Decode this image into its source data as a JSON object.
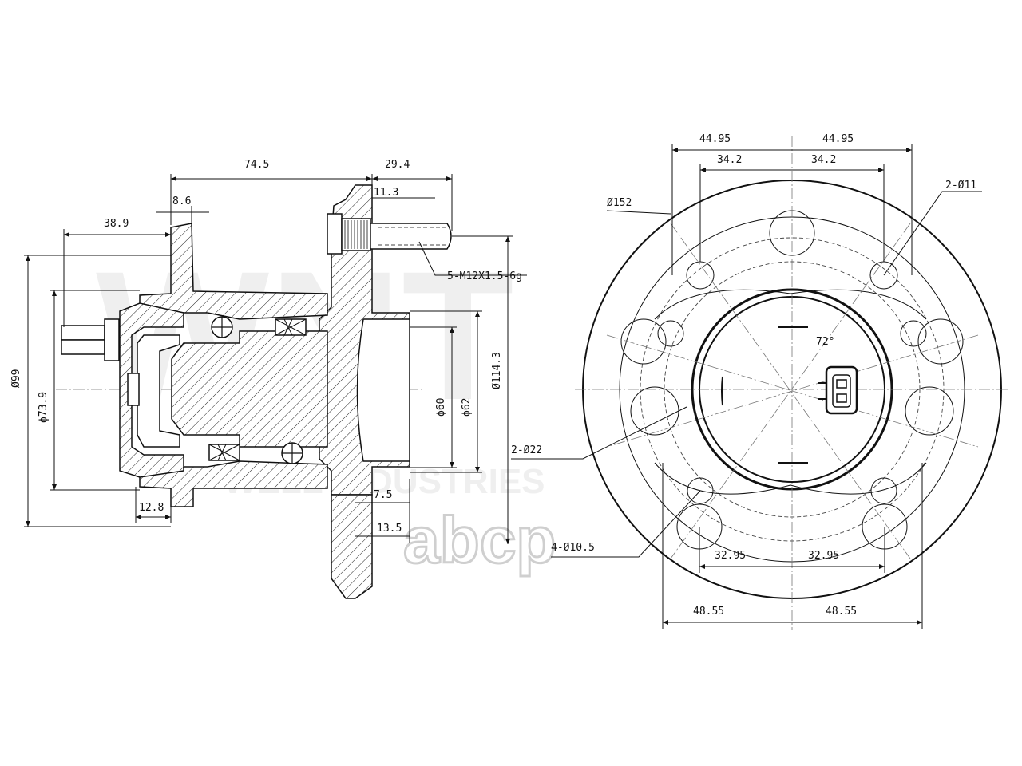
{
  "watermark": {
    "brand": "WNT",
    "industries": "WELL INDUSTRIES",
    "logo_text": "abcp"
  },
  "side_view": {
    "dims": {
      "d745": "74.5",
      "d294": "29.4",
      "d86": "8.6",
      "d113": "11.3",
      "d389": "38.9",
      "thread": "5-M12X1.5-6g",
      "phi99": "Ø99",
      "phi739": "ϕ73.9",
      "phi1143": "Ø114.3",
      "phi60": "ϕ60",
      "phi62": "ϕ62",
      "d75": "7.5",
      "d135": "13.5",
      "d128": "12.8"
    }
  },
  "front_view": {
    "dims": {
      "top_left": "44.95",
      "top_right": "44.95",
      "inner_left": "34.2",
      "inner_right": "34.2",
      "phi152": "Ø152",
      "holes11": "2-Ø11",
      "angle": "72°",
      "holes22": "2-Ø22",
      "holes105": "4-Ø10.5",
      "low_left": "32.95",
      "low_right": "32.95",
      "bot_left": "48.55",
      "bot_right": "48.55"
    }
  }
}
